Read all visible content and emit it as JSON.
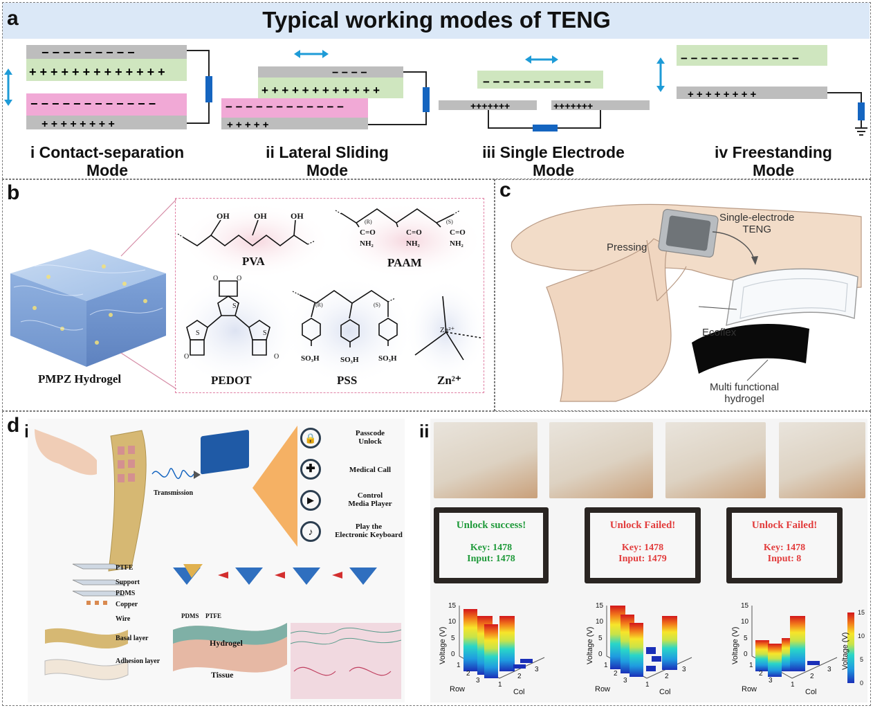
{
  "panel_a": {
    "label": "a",
    "title": "Typical working modes of TENG",
    "modes": [
      {
        "line1": "i Contact-separation",
        "line2": "Mode"
      },
      {
        "line1": "ii Lateral Sliding",
        "line2": "Mode"
      },
      {
        "line1": "iii Single Electrode",
        "line2": "Mode"
      },
      {
        "line1": "iv Freestanding",
        "line2": "Mode"
      }
    ],
    "colors": {
      "header_bg": "#dbe8f7",
      "green": "#cfe6bf",
      "pink": "#f1a9d6",
      "gray": "#bdbdbd",
      "arrow": "#1e9bd7",
      "load": "#1565c0"
    }
  },
  "panel_b": {
    "label": "b",
    "hydrogel_label": "PMPZ Hydrogel",
    "molecules": {
      "pva": "PVA",
      "paam": "PAAM",
      "pedot": "PEDOT",
      "pss": "PSS",
      "zn": "Zn²⁺"
    },
    "groups": {
      "oh": "OH",
      "co": "C=O",
      "nh2": "NH₂",
      "so3h": "SO₃H",
      "r": "(R)",
      "s": "(S)",
      "zn_center": "Zn²⁺",
      "sulfur": "S",
      "oxygen": "O"
    }
  },
  "panel_c": {
    "label": "c",
    "labels": {
      "pressing": "Pressing",
      "teng_line1": "Single-electrode",
      "teng_line2": "TENG",
      "ecoflex": "Ecoflex",
      "hydrogel_line1": "Multi functional",
      "hydrogel_line2": "hydrogel"
    }
  },
  "panel_d": {
    "label": "d",
    "sub_i": "i",
    "sub_ii": "ii",
    "transmission": "Transmission",
    "functions": [
      {
        "line1": "Passcode",
        "line2": "Unlock"
      },
      {
        "line1": "Medical Call",
        "line2": ""
      },
      {
        "line1": "Control",
        "line2": "Media Player"
      },
      {
        "line1": "Play the",
        "line2": "Electronic Keyboard"
      }
    ],
    "layers": [
      "PTFE",
      "Support",
      "PDMS",
      "Copper",
      "Wire",
      "Basal layer",
      "Adhesion layer"
    ],
    "mech_labels": {
      "pdms": "PDMS",
      "ptfe": "PTFE",
      "hydrogel": "Hydrogel",
      "tissue": "Tissue"
    },
    "screens": [
      {
        "status": "Unlock success!",
        "key": "Key: 1478",
        "input": "Input: 1478",
        "color": "#1f9a3a"
      },
      {
        "status": "Unlock Failed!",
        "key": "Key: 1478",
        "input": "Input: 1479",
        "color": "#e23b3b"
      },
      {
        "status": "Unlock Failed!",
        "key": "Key: 1478",
        "input": "Input: 8",
        "color": "#e23b3b"
      }
    ],
    "plots": {
      "ylabel": "Voltage (V)",
      "xlabel_row": "Row",
      "xlabel_col": "Col",
      "yticks": [
        "15",
        "10",
        "5",
        "0"
      ],
      "axis_ticks": [
        "1",
        "2",
        "3"
      ],
      "colorbar_label": "Voltage (V)",
      "colorbar_ticks": [
        "15",
        "10",
        "5",
        "0"
      ]
    }
  }
}
